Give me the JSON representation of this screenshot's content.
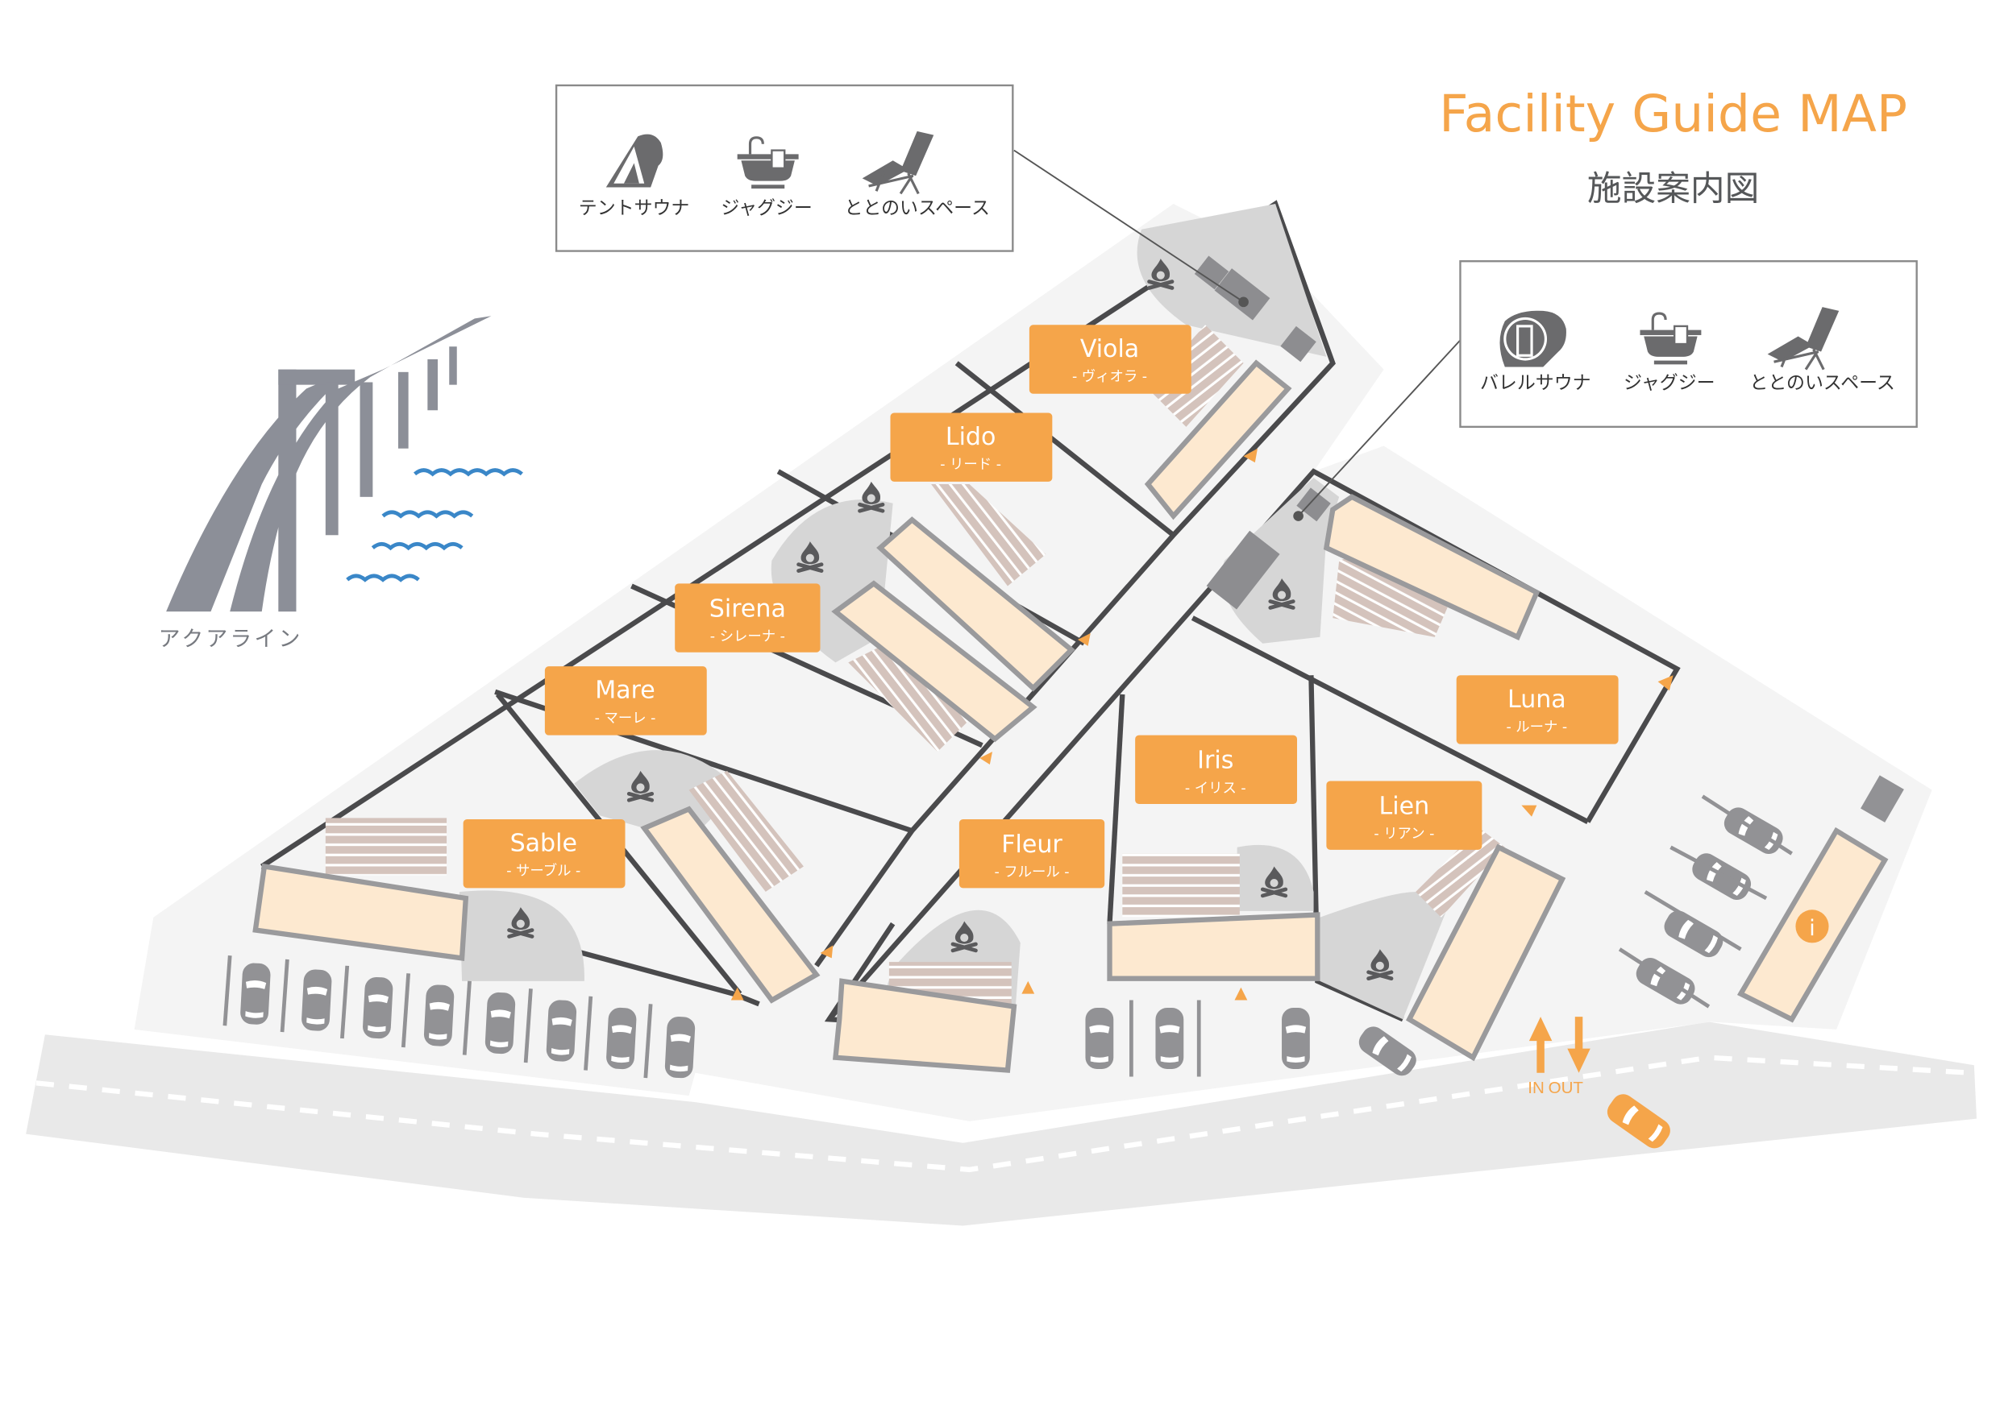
{
  "header": {
    "title_en": "Facility Guide MAP",
    "title_jp": "施設案内図"
  },
  "legends": [
    {
      "items": [
        {
          "icon": "tent-sauna-icon",
          "label": "テントサウナ"
        },
        {
          "icon": "jacuzzi-icon",
          "label": "ジャグジー"
        },
        {
          "icon": "lounge-chair-icon",
          "label": "ととのいスペース"
        }
      ]
    },
    {
      "items": [
        {
          "icon": "barrel-sauna-icon",
          "label": "バレルサウナ"
        },
        {
          "icon": "jacuzzi-icon",
          "label": "ジャグジー"
        },
        {
          "icon": "lounge-chair-icon",
          "label": "ととのいスペース"
        }
      ]
    }
  ],
  "landmark": {
    "label": "アクアライン",
    "icon": "bridge-icon"
  },
  "villas": [
    {
      "id": "viola",
      "name": "Viola",
      "kana": "- ヴィオラ -"
    },
    {
      "id": "lido",
      "name": "Lido",
      "kana": "- リード -"
    },
    {
      "id": "sirena",
      "name": "Sirena",
      "kana": "- シレーナ -"
    },
    {
      "id": "mare",
      "name": "Mare",
      "kana": "- マーレ -"
    },
    {
      "id": "sable",
      "name": "Sable",
      "kana": "- サーブル -"
    },
    {
      "id": "fleur",
      "name": "Fleur",
      "kana": "- フルール -"
    },
    {
      "id": "iris",
      "name": "Iris",
      "kana": "- イリス -"
    },
    {
      "id": "lien",
      "name": "Lien",
      "kana": "- リアン -"
    },
    {
      "id": "luna",
      "name": "Luna",
      "kana": "- ルーナ -"
    }
  ],
  "entrance": {
    "in_label": "IN",
    "out_label": "OUT"
  },
  "info": {
    "icon": "info-icon",
    "glyph": "i"
  },
  "colors": {
    "accent": "#f5a54a",
    "building": "#fde9d0",
    "wall": "#4a4a4c",
    "patio": "#d6d6d6",
    "ground": "#f4f4f4",
    "road": "#e9e9e9",
    "water": "#3a87c8",
    "bridge": "#8c8f98"
  }
}
